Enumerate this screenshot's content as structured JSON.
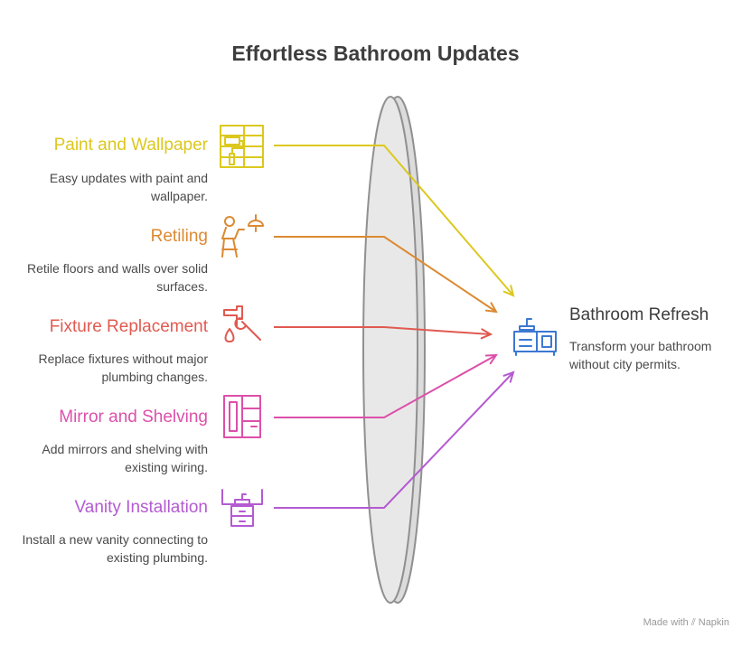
{
  "title": "Effortless Bathroom Updates",
  "items": [
    {
      "label": "Paint and Wallpaper",
      "desc": "Easy updates with paint and wallpaper.",
      "color": "#dcc81e",
      "icon": "paint-roller-wall-icon"
    },
    {
      "label": "Retiling",
      "desc": "Retile floors and walls over solid surfaces.",
      "color": "#dc8a32",
      "icon": "tile-worker-icon"
    },
    {
      "label": "Fixture Replacement",
      "desc": "Replace fixtures without major plumbing changes.",
      "color": "#e05a50",
      "icon": "faucet-wrench-icon"
    },
    {
      "label": "Mirror and Shelving",
      "desc": "Add mirrors and shelving with existing wiring.",
      "color": "#dc50aa",
      "icon": "mirror-shelf-icon"
    },
    {
      "label": "Vanity Installation",
      "desc": "Install a new vanity connecting to existing plumbing.",
      "color": "#b45ad2",
      "icon": "vanity-sink-icon"
    }
  ],
  "target": {
    "label": "Bathroom Refresh",
    "desc": "Transform your bathroom without city permits.",
    "color": "#3c78d2",
    "icon": "bathroom-vanity-icon"
  },
  "footer": {
    "made_with": "Made with",
    "brand": "Napkin"
  }
}
